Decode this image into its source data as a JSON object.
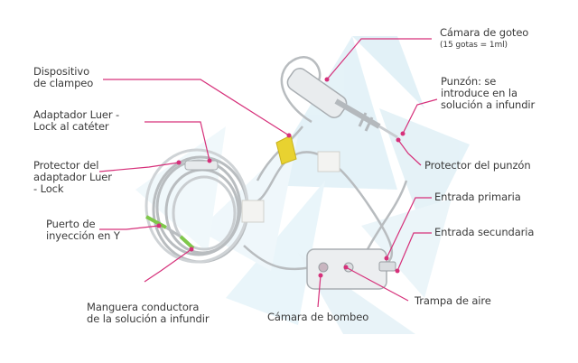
{
  "labels": {
    "camara_goteo": "Cámara de goteo",
    "camara_goteo_sub": "(15 gotas = 1ml)",
    "dispositivo_clampeo": "Dispositivo\nde clampeo",
    "adaptador_luer": "Adaptador Luer -\nLock al catéter",
    "protector_adaptador": "Protector del\nadaptador Luer\n- Lock",
    "puerto_inyeccion": "Puerto de\ninyección en Y",
    "manguera": "Manguera conductora\nde la solución a infundir",
    "camara_bombeo": "Cámara de bombeo",
    "trampa_aire": "Trampa de aire",
    "entrada_secundaria": "Entrada secundaria",
    "entrada_primaria": "Entrada primaria",
    "protector_punzon": "Protector del punzón",
    "punzon": "Punzón: se\nintroduce en la\nsolución a infundir"
  },
  "colors": {
    "leader": "#d6307a",
    "text": "#3a3a3a",
    "tubing": "#b8bcbf",
    "background_shards": "#bfe3ef",
    "clamp": "#e8d230",
    "y_port": "#7fc84a"
  }
}
